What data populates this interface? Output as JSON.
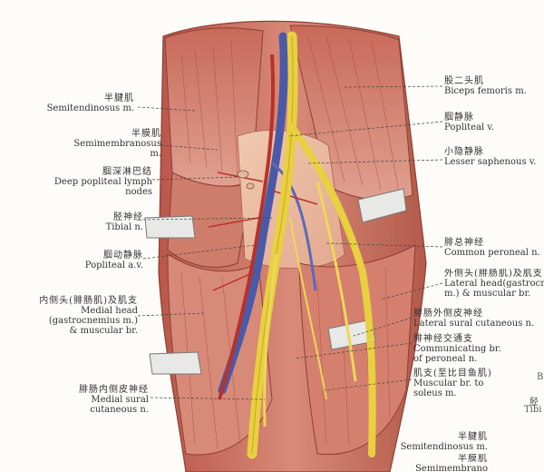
{
  "labels_left": [
    {
      "zh": "半腱肌",
      "en": [
        "Semitendinosus m."
      ]
    },
    {
      "zh": "半膜肌",
      "en": [
        "Semimembranosus",
        "m."
      ]
    },
    {
      "zh": "腘深淋巴结",
      "en": [
        "Deep popliteal lymph",
        "nodes"
      ]
    },
    {
      "zh": "胫神经",
      "en": [
        "Tibial n."
      ]
    },
    {
      "zh": "腘动静脉",
      "en": [
        "Popliteal a.v."
      ]
    },
    {
      "zh": "内侧头(腓肠肌)及肌支",
      "en": [
        "Medial head",
        "(gastrocnemius m.)",
        "& muscular br."
      ]
    },
    {
      "zh": "腓肠内侧皮神经",
      "en": [
        "Medial sural",
        "cutaneous n."
      ]
    }
  ],
  "labels_right": [
    {
      "zh": "股二头肌",
      "en": [
        "Biceps femoris m."
      ]
    },
    {
      "zh": "腘静脉",
      "en": [
        "Popliteal v."
      ]
    },
    {
      "zh": "小隐静脉",
      "en": [
        "Lesser saphenous v."
      ]
    },
    {
      "zh": "腓总神经",
      "en": [
        "Common peroneal n."
      ]
    },
    {
      "zh": "外侧头(腓肠肌)及肌支",
      "en": [
        "Lateral head(gastrocne",
        "m.) & muscular br."
      ]
    },
    {
      "zh": "腓肠外侧皮神经",
      "en": [
        "Lateral sural cutaneous n."
      ]
    },
    {
      "zh": "腓神经交通支",
      "en": [
        "Communicating br.",
        "of peroneal n."
      ]
    },
    {
      "zh": "肌支(至比目鱼肌)",
      "en": [
        "Muscular br. to",
        "soleus m."
      ]
    }
  ],
  "labels_bottom": [
    {
      "zh": "半腱肌",
      "en": [
        "Semitendinosus m."
      ]
    },
    {
      "zh": "半膜肌",
      "en": [
        "Semimembrano"
      ]
    }
  ],
  "edge_fragments": [
    "B",
    "胫",
    "Tibi"
  ]
}
